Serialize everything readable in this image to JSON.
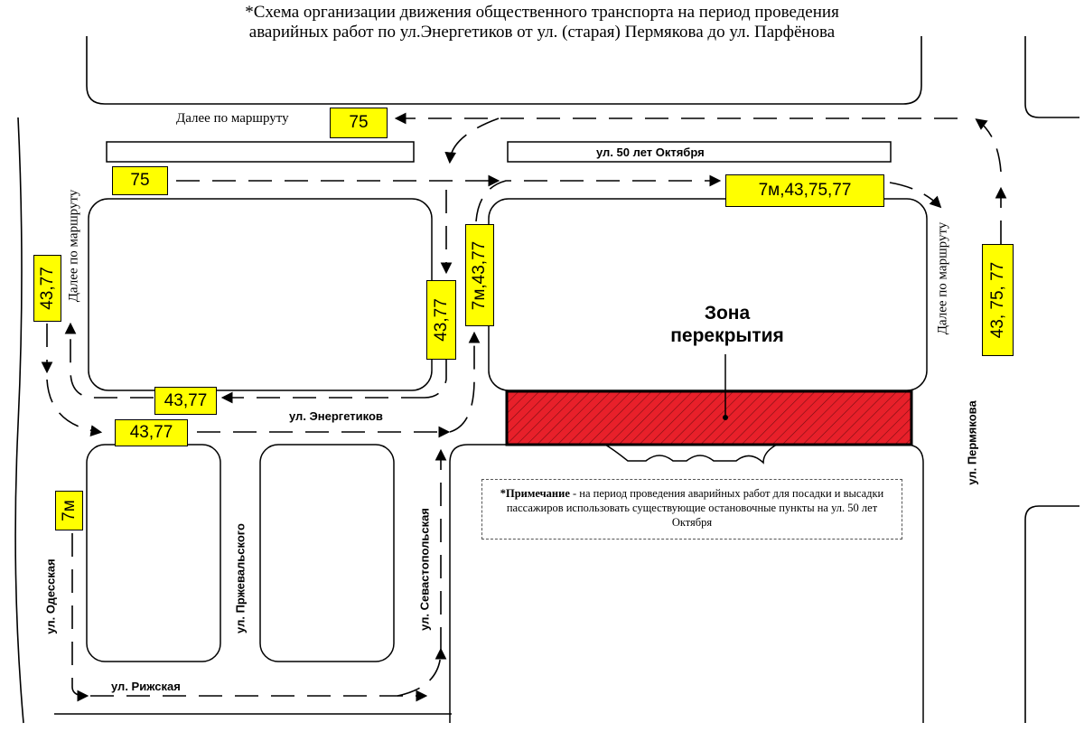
{
  "title": {
    "line1": "*Схема организации движения общественного транспорта на период проведения",
    "line2": "аварийных работ по ул.Энергетиков от ул. (старая) Пермякова до ул. Парфёнова"
  },
  "streets": {
    "oktyabrya": "ул. 50 лет Октября",
    "energetikov": "ул. Энергетиков",
    "odesskaya": "ул. Одесская",
    "przhevalskogo": "ул. Пржевальского",
    "sevastopolskaya": "ул. Севастопольская",
    "rizhskaya": "ул. Рижская",
    "permyakova": "ул. Пермякова"
  },
  "hints": {
    "top": "Далее по маршруту",
    "left": "Далее по маршруту",
    "right": "Далее по маршруту"
  },
  "routes": {
    "top_exit": "75",
    "top_entry": "75",
    "oktyabrya_main": "7м,43,75,77",
    "sevast_up": "7м,43,77",
    "central_down": "43,77",
    "energ_west": "43,77",
    "energ_east": "43,77",
    "left_vertical": "43,77",
    "odesskaya": "7м",
    "permyakova": "43, 75, 77"
  },
  "zone": {
    "line1": "Зона",
    "line2": "перекрытия",
    "color": "#e8202a"
  },
  "note": {
    "bold": "*Примечание",
    "text": " - на период проведения аварийных работ для посадки и высадки пассажиров использовать существующие остановочные пункты на ул. 50 лет Октября"
  },
  "colors": {
    "route_box": "#ffff00",
    "lines": "#000000"
  }
}
